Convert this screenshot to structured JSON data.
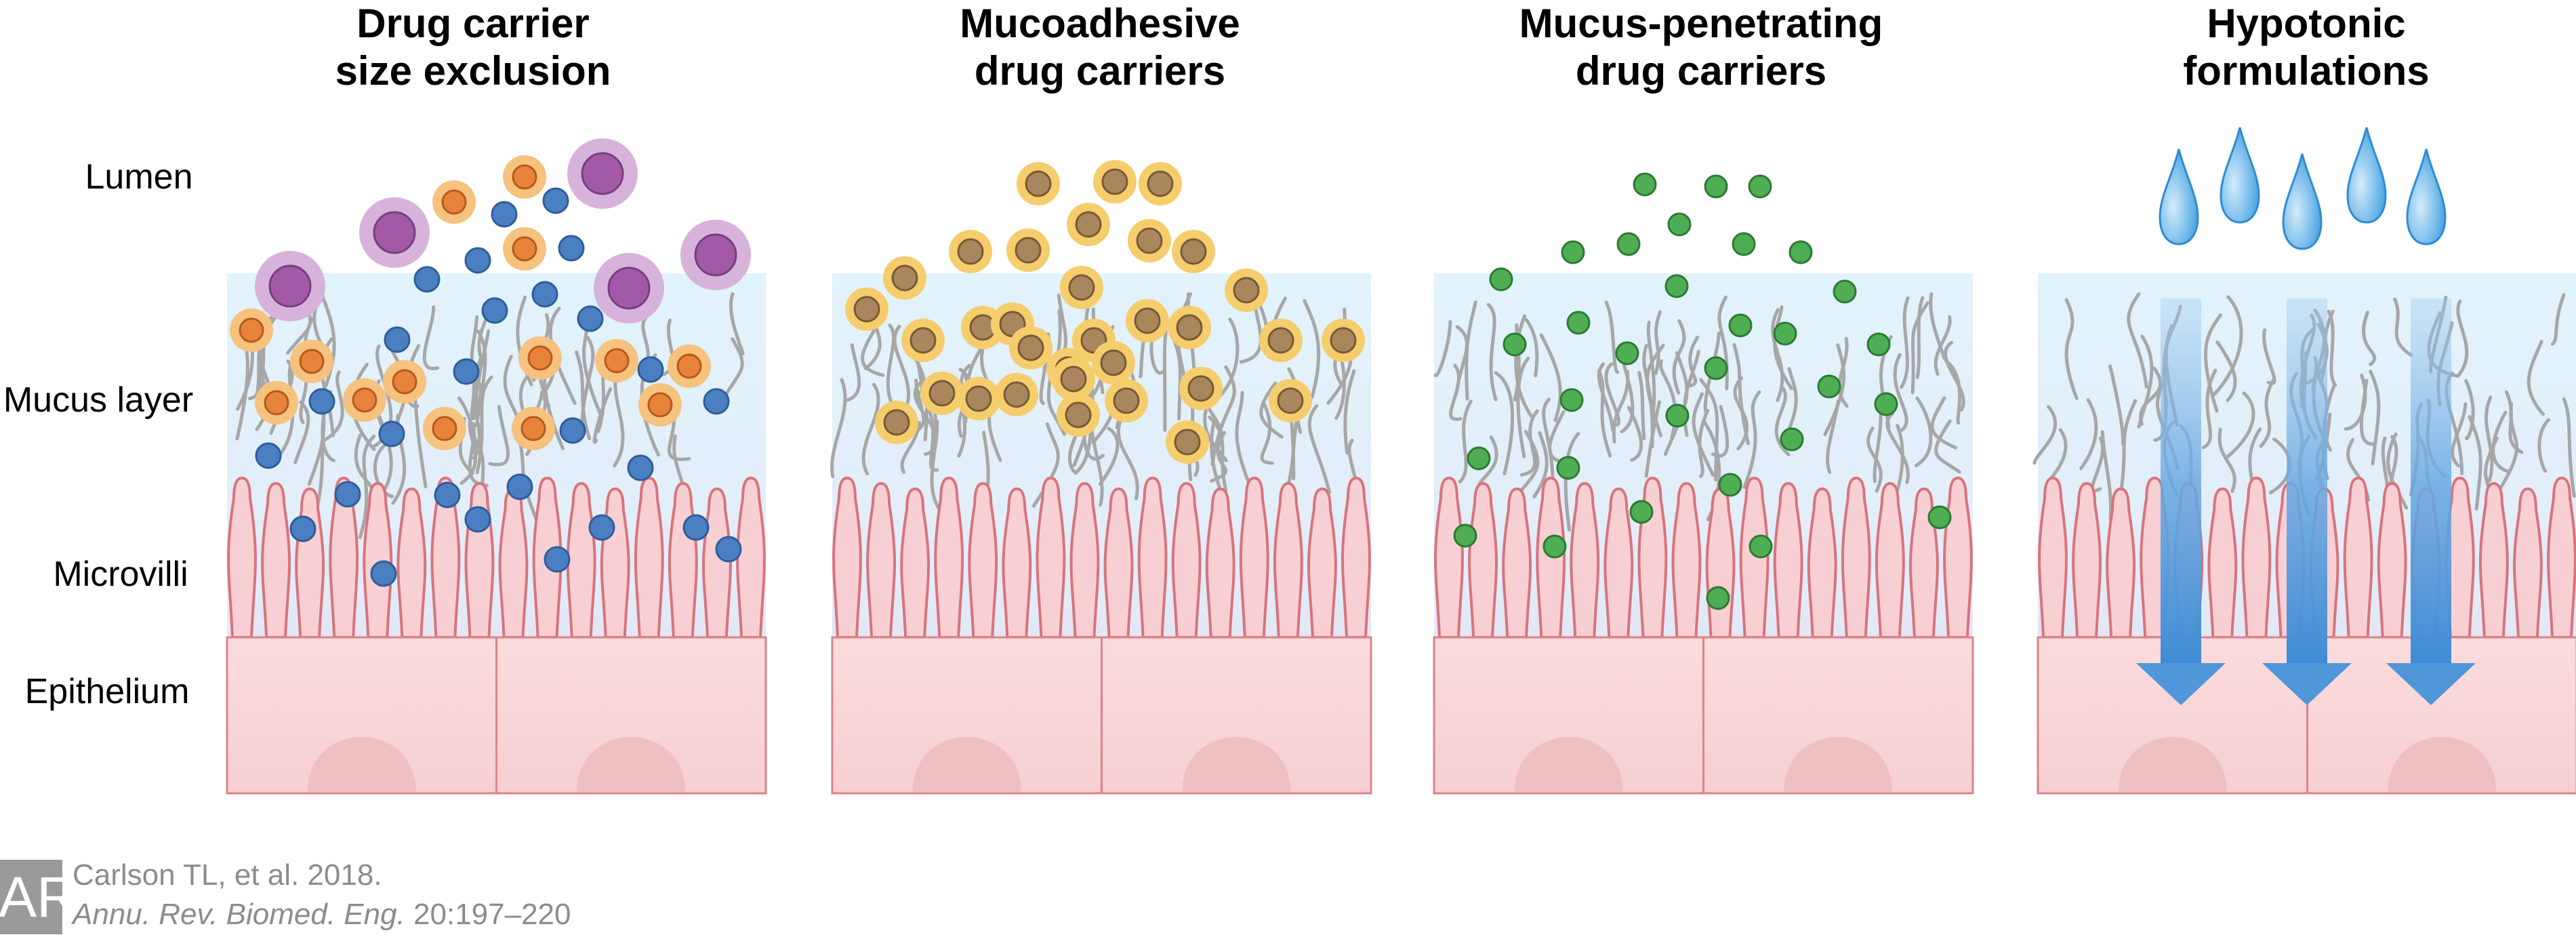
{
  "panels": [
    {
      "title_lines": [
        "Drug carrier",
        "size exclusion"
      ]
    },
    {
      "title_lines": [
        "Mucoadhesive",
        "drug carriers"
      ]
    },
    {
      "title_lines": [
        "Mucus-penetrating",
        "drug carriers"
      ]
    },
    {
      "title_lines": [
        "Hypotonic",
        "formulations"
      ]
    }
  ],
  "layer_labels": {
    "lumen": "Lumen",
    "mucus": "Mucus layer",
    "microvilli": "Microvilli",
    "epithelium": "Epithelium"
  },
  "citation": {
    "logo_text": "AR",
    "authors": "Carlson TL, et al. 2018.",
    "journal": "Annu. Rev. Biomed. Eng.",
    "volume_pages": " 20:197–220"
  },
  "colors": {
    "mucus_bg_top": "#dff2fb",
    "mucus_bg_bottom": "#dcd7ee",
    "fiber": "#a7a7a7",
    "microvilli_fill": "#f8d0d3",
    "microvilli_stroke": "#d9737c",
    "epithelium_fill": "#fad9da",
    "epithelium_stroke": "#df8289",
    "nucleus": "#efc0c2",
    "blue_particle": "#4a7fc1",
    "orange_particle": "#e8833c",
    "orange_halo": "#f6c27e",
    "purple_particle": "#a25aa6",
    "purple_halo": "#d7b3dc",
    "mucoadhesive_core": "#a9865e",
    "mucoadhesive_halo": "#f5cd6c",
    "green_particle": "#4fae54",
    "water_drop": "#5fb0e6",
    "arrow": "#4f97d9"
  }
}
